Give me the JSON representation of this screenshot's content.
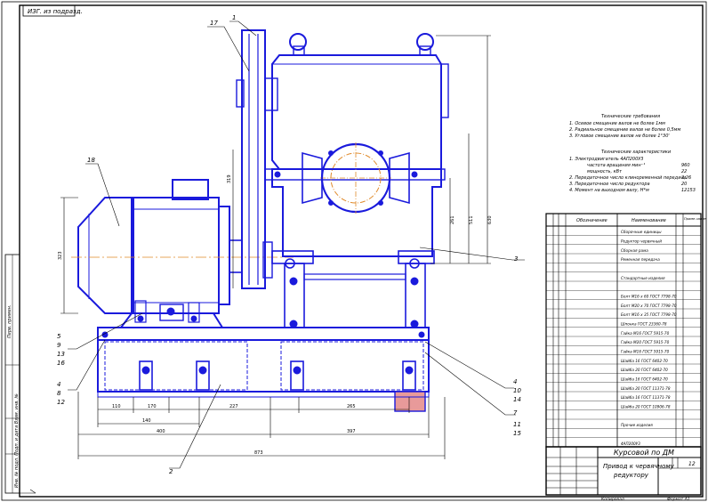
{
  "stamp_top": "ИЗГ. из подразд.",
  "dims": {
    "motor_height": "323",
    "pulley_height": "319",
    "gear_h1": "261",
    "gear_h2": "511",
    "gear_h3": "630",
    "base_110": "110",
    "base_170": "170",
    "base_227": "227",
    "base_265": "265",
    "base_140": "140",
    "base_400": "400",
    "base_397": "397",
    "total_873": "873"
  },
  "callouts": {
    "c17": "17",
    "c1": "1",
    "c18": "18",
    "c2": "2",
    "c3": "3",
    "c7": "7",
    "c4r": "4",
    "c10r": "10",
    "c14r": "14",
    "c11": "11",
    "c15r": "15",
    "c5": "5",
    "c9": "9",
    "c13": "13",
    "c16": "16",
    "c4l": "4",
    "c8": "8",
    "c12": "12"
  },
  "tech_req": {
    "title": "Технические требования",
    "lines": [
      "1. Осевое смещение валов не более 1мм",
      "2. Радиальное смещение валов не более 0,5мм",
      "3. Угловое смещение валов не более 1°30'"
    ]
  },
  "tech_char": {
    "title": "Технические характеристики",
    "lines": [
      {
        "label": "1. Электродвигатель 4АП200У3",
        "value": ""
      },
      {
        "label": "частота вращения мин⁻¹",
        "value": "960"
      },
      {
        "label": "мощность, кВт",
        "value": "22"
      },
      {
        "label": "2. Передаточное число клиноременной передачи",
        "value": "2,26"
      },
      {
        "label": "3. Передаточное число редуктора",
        "value": "20"
      },
      {
        "label": "4. Момент на выходном валу, Н*м",
        "value": "12153"
      }
    ]
  },
  "spec": {
    "headers": [
      "Обозначение",
      "Наименование",
      "Приме-чание"
    ],
    "rows": [
      "Сборочные единицы",
      "Редуктор червячный",
      "Сборная рама",
      "Ременная передача",
      "",
      "Стандартные изделия",
      "",
      "Болт М16 х 60 ГОСТ 7798-70",
      "Болт М20 х 70 ГОСТ 7798-70",
      "Болт М16 х 35 ГОСТ 7798-70",
      "Шпонка ГОСТ 23360-78",
      "Гайка М16 ГОСТ 5915-70",
      "Гайка М20 ГОСТ 5915-70",
      "Гайка М16 ГОСТ 5915-70",
      "Шайба 16 ГОСТ 6402-70",
      "Шайба 20 ГОСТ 6402-70",
      "Шайба 16 ГОСТ 6402-70",
      "Шайба 20 ГОСТ 11371-78",
      "Шайба 16 ГОСТ 11371-78",
      "Шайба 20 ГОСТ 10906-78",
      "",
      "Прочие изделия",
      "",
      "4АП200У3"
    ]
  },
  "title_block": {
    "project": "Курсовой по ДМ",
    "name_line1": "Привод к червячному",
    "name_line2": "редуктору",
    "sheet": "12"
  },
  "left_strip": {
    "label1": "Перв. примен.",
    "label2": "Инв. № подл.   Подп. и дата   Взам. инв. №"
  },
  "footer": {
    "left": "Копировал",
    "right": "Формат А1"
  }
}
